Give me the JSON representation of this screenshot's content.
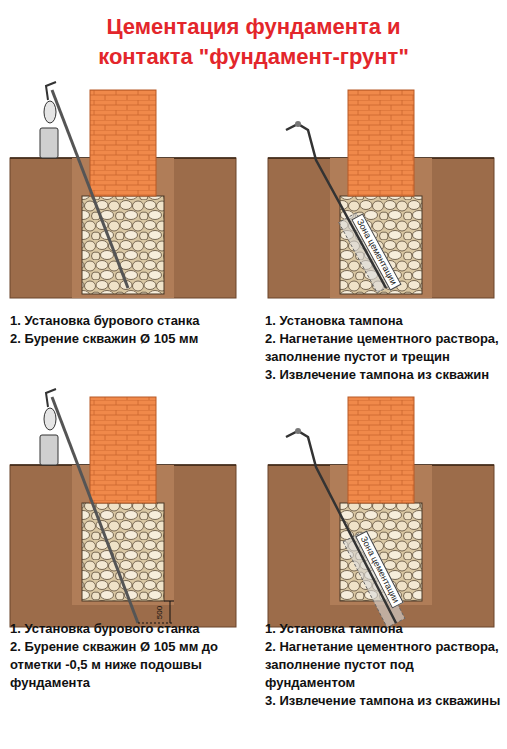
{
  "diagram": {
    "title": "Цементация фундамента и контакта \"фундамент-грунт\"",
    "labels": [
      "1. Установка бурового станка",
      "2. Бурение скважин Ø 105 мм",
      "1. Установка тампона",
      "2. Нагнетание цементного раствора, заполнение пустот и трещин",
      "3. Извлечение тампона из скважин",
      "1. Установка бурового станка",
      "2. Бурение скважин Ø 105 мм до отметки -0,5 м ниже подошвы фундамента",
      "1. Установка тампона",
      "2. Нагнетание цементного раствора, заполнение пустот под фундаментом",
      "3. Извлечение тампона из скважины",
      "Зона цементации",
      "Зона цементации",
      "500"
    ]
  }
}
